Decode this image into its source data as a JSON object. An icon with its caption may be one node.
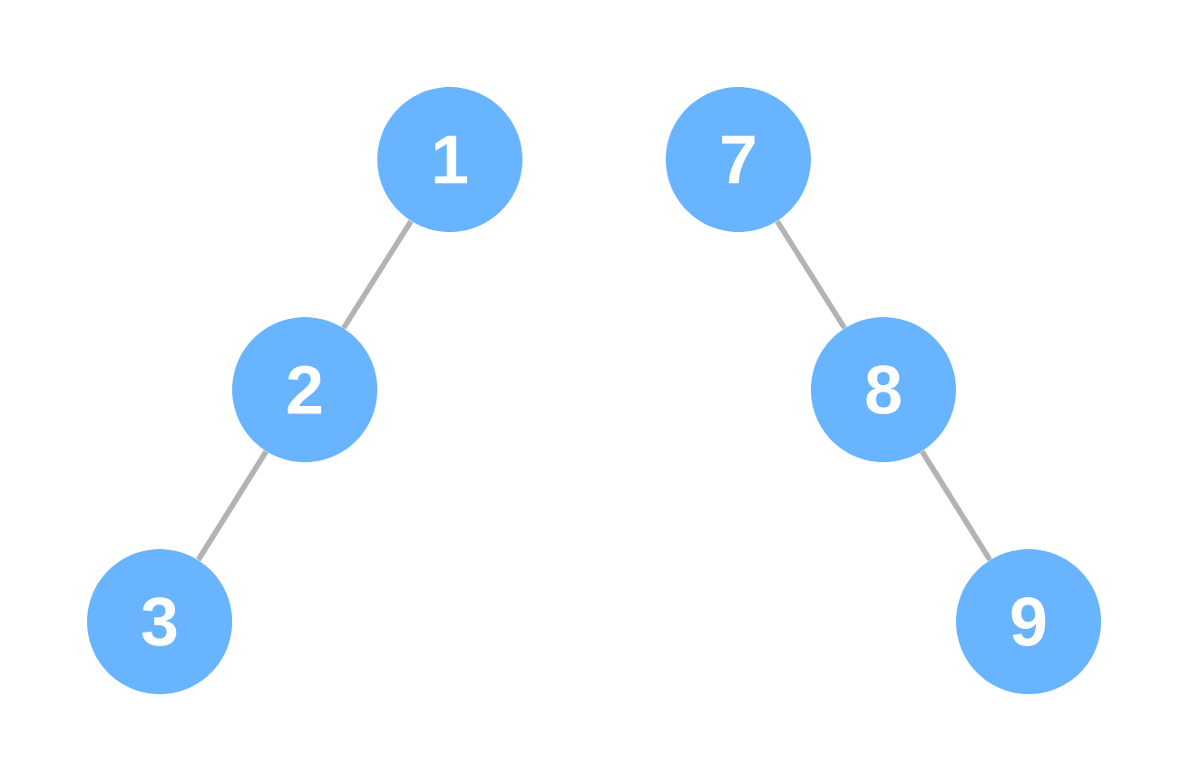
{
  "diagram": {
    "nodes": [
      {
        "text": [
          "1"
        ]
      },
      {
        "text": [
          "2"
        ]
      },
      {
        "text": [
          "3"
        ]
      },
      {
        "text": [
          "7"
        ]
      },
      {
        "text": [
          "8"
        ]
      },
      {
        "text": [
          "9"
        ]
      }
    ],
    "edges": [
      {
        "from": 0,
        "to": 1,
        "arrow": "none"
      },
      {
        "from": 1,
        "to": 2,
        "arrow": "none"
      },
      {
        "from": 3,
        "to": 4,
        "arrow": "none"
      },
      {
        "from": 4,
        "to": 5,
        "arrow": "none"
      }
    ]
  }
}
